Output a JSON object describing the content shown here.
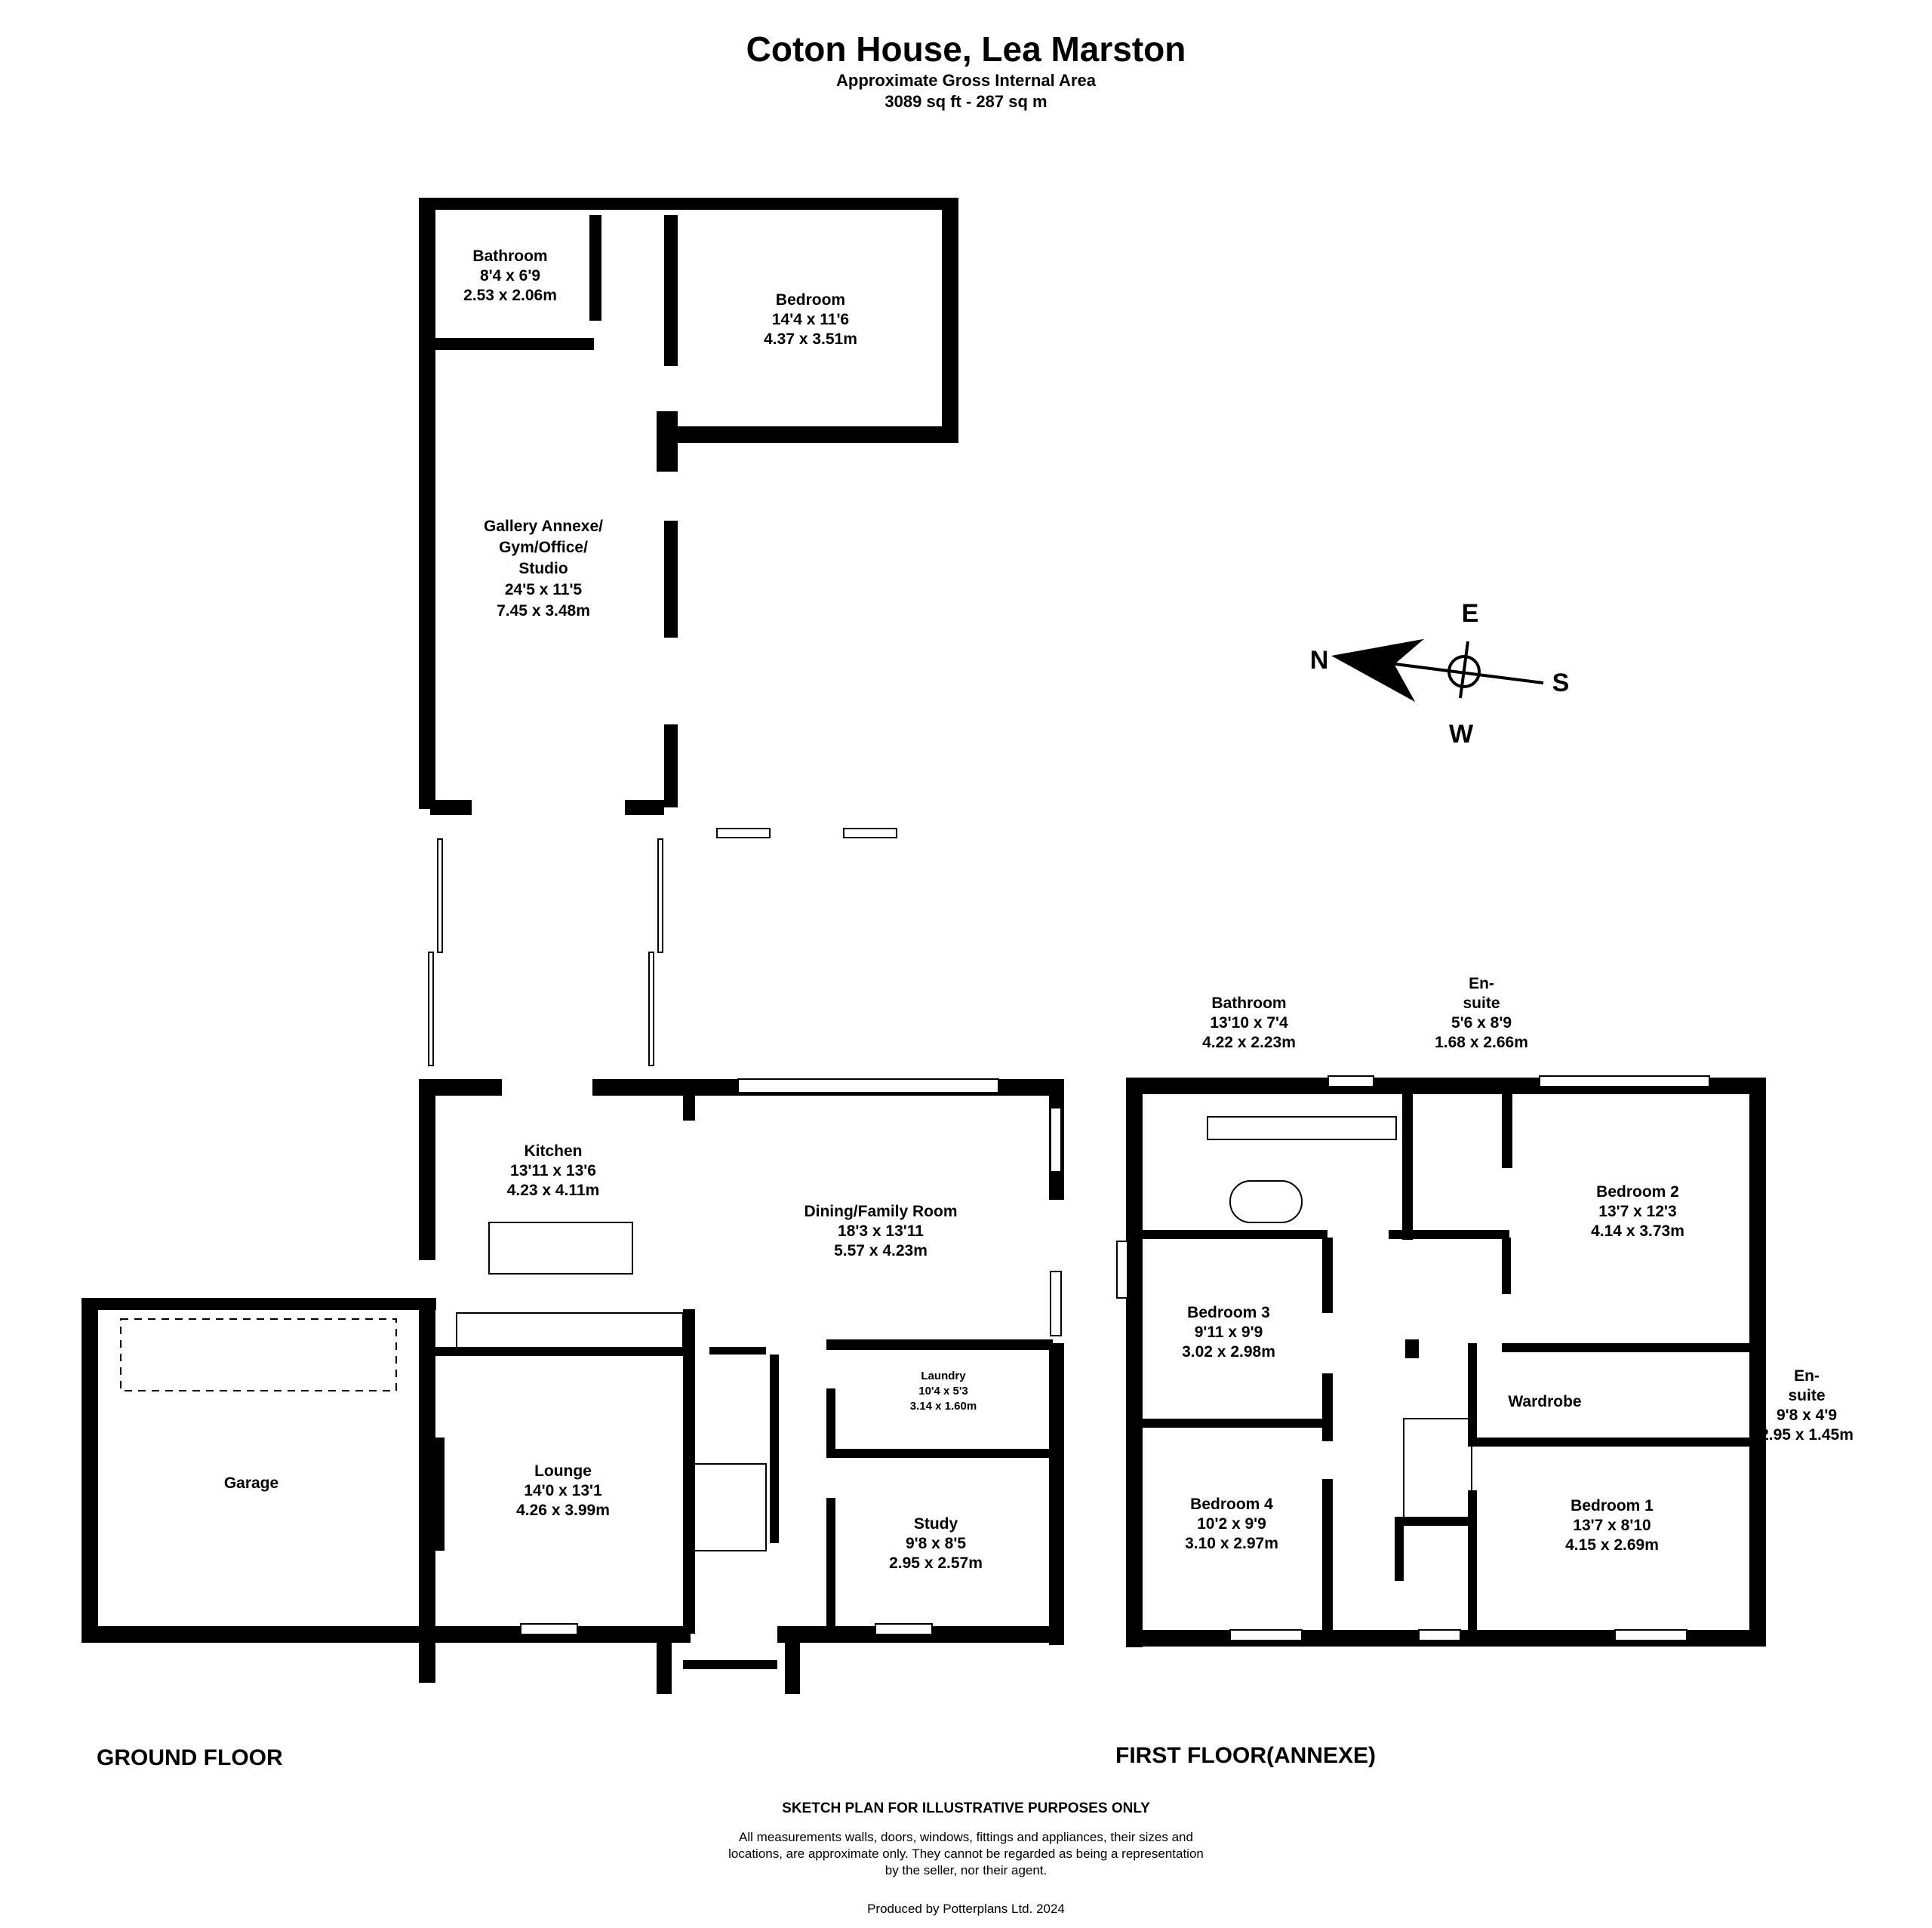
{
  "header": {
    "title": "Coton House, Lea Marston",
    "subtitle": "Approximate Gross Internal Area",
    "area": "3089 sq ft - 287 sq m"
  },
  "compass": {
    "n": "N",
    "e": "E",
    "s": "S",
    "w": "W"
  },
  "ground_floor": {
    "label": "GROUND FLOOR",
    "rooms": {
      "bathroom": [
        "Bathroom",
        "8'4 x 6'9",
        "2.53 x 2.06m"
      ],
      "bedroom": [
        "Bedroom",
        "14'4 x 11'6",
        "4.37 x 3.51m"
      ],
      "gallery": [
        "Gallery Annexe/",
        "Gym/Office/",
        "Studio",
        "24'5 x 11'5",
        "7.45 x 3.48m"
      ],
      "kitchen": [
        "Kitchen",
        "13'11 x 13'6",
        "4.23 x 4.11m"
      ],
      "dining": [
        "Dining/Family Room",
        "18'3 x 13'11",
        "5.57 x 4.23m"
      ],
      "laundry": [
        "Laundry",
        "10'4 x 5'3",
        "3.14 x 1.60m"
      ],
      "lounge": [
        "Lounge",
        "14'0 x 13'1",
        "4.26 x 3.99m"
      ],
      "study": [
        "Study",
        "9'8 x 8'5",
        "2.95 x 2.57m"
      ],
      "garage": [
        "Garage"
      ]
    }
  },
  "first_floor": {
    "label": "FIRST FLOOR(ANNEXE)",
    "rooms": {
      "bathroom": [
        "Bathroom",
        "13'10 x 7'4",
        "4.22 x 2.23m"
      ],
      "ensuite1": [
        "En-",
        "suite",
        "5'6 x 8'9",
        "1.68 x 2.66m"
      ],
      "bedroom2": [
        "Bedroom 2",
        "13'7 x 12'3",
        "4.14 x 3.73m"
      ],
      "bedroom3": [
        "Bedroom 3",
        "9'11 x 9'9",
        "3.02 x 2.98m"
      ],
      "bedroom4": [
        "Bedroom 4",
        "10'2 x 9'9",
        "3.10 x 2.97m"
      ],
      "wardrobe": [
        "Wardrobe"
      ],
      "ensuite2": [
        "En-",
        "suite",
        "9'8 x 4'9",
        "2.95 x 1.45m"
      ],
      "bedroom1": [
        "Bedroom 1",
        "13'7 x 8'10",
        "4.15 x 2.69m"
      ]
    }
  },
  "disclaimer": {
    "title": "SKETCH PLAN FOR ILLUSTRATIVE PURPOSES ONLY",
    "body": "All measurements walls, doors, windows, fittings and appliances, their sizes and locations, are approximate only. They cannot be regarded as being a representation by the seller, nor their agent.",
    "produced": "Produced by Potterplans Ltd. 2024"
  }
}
